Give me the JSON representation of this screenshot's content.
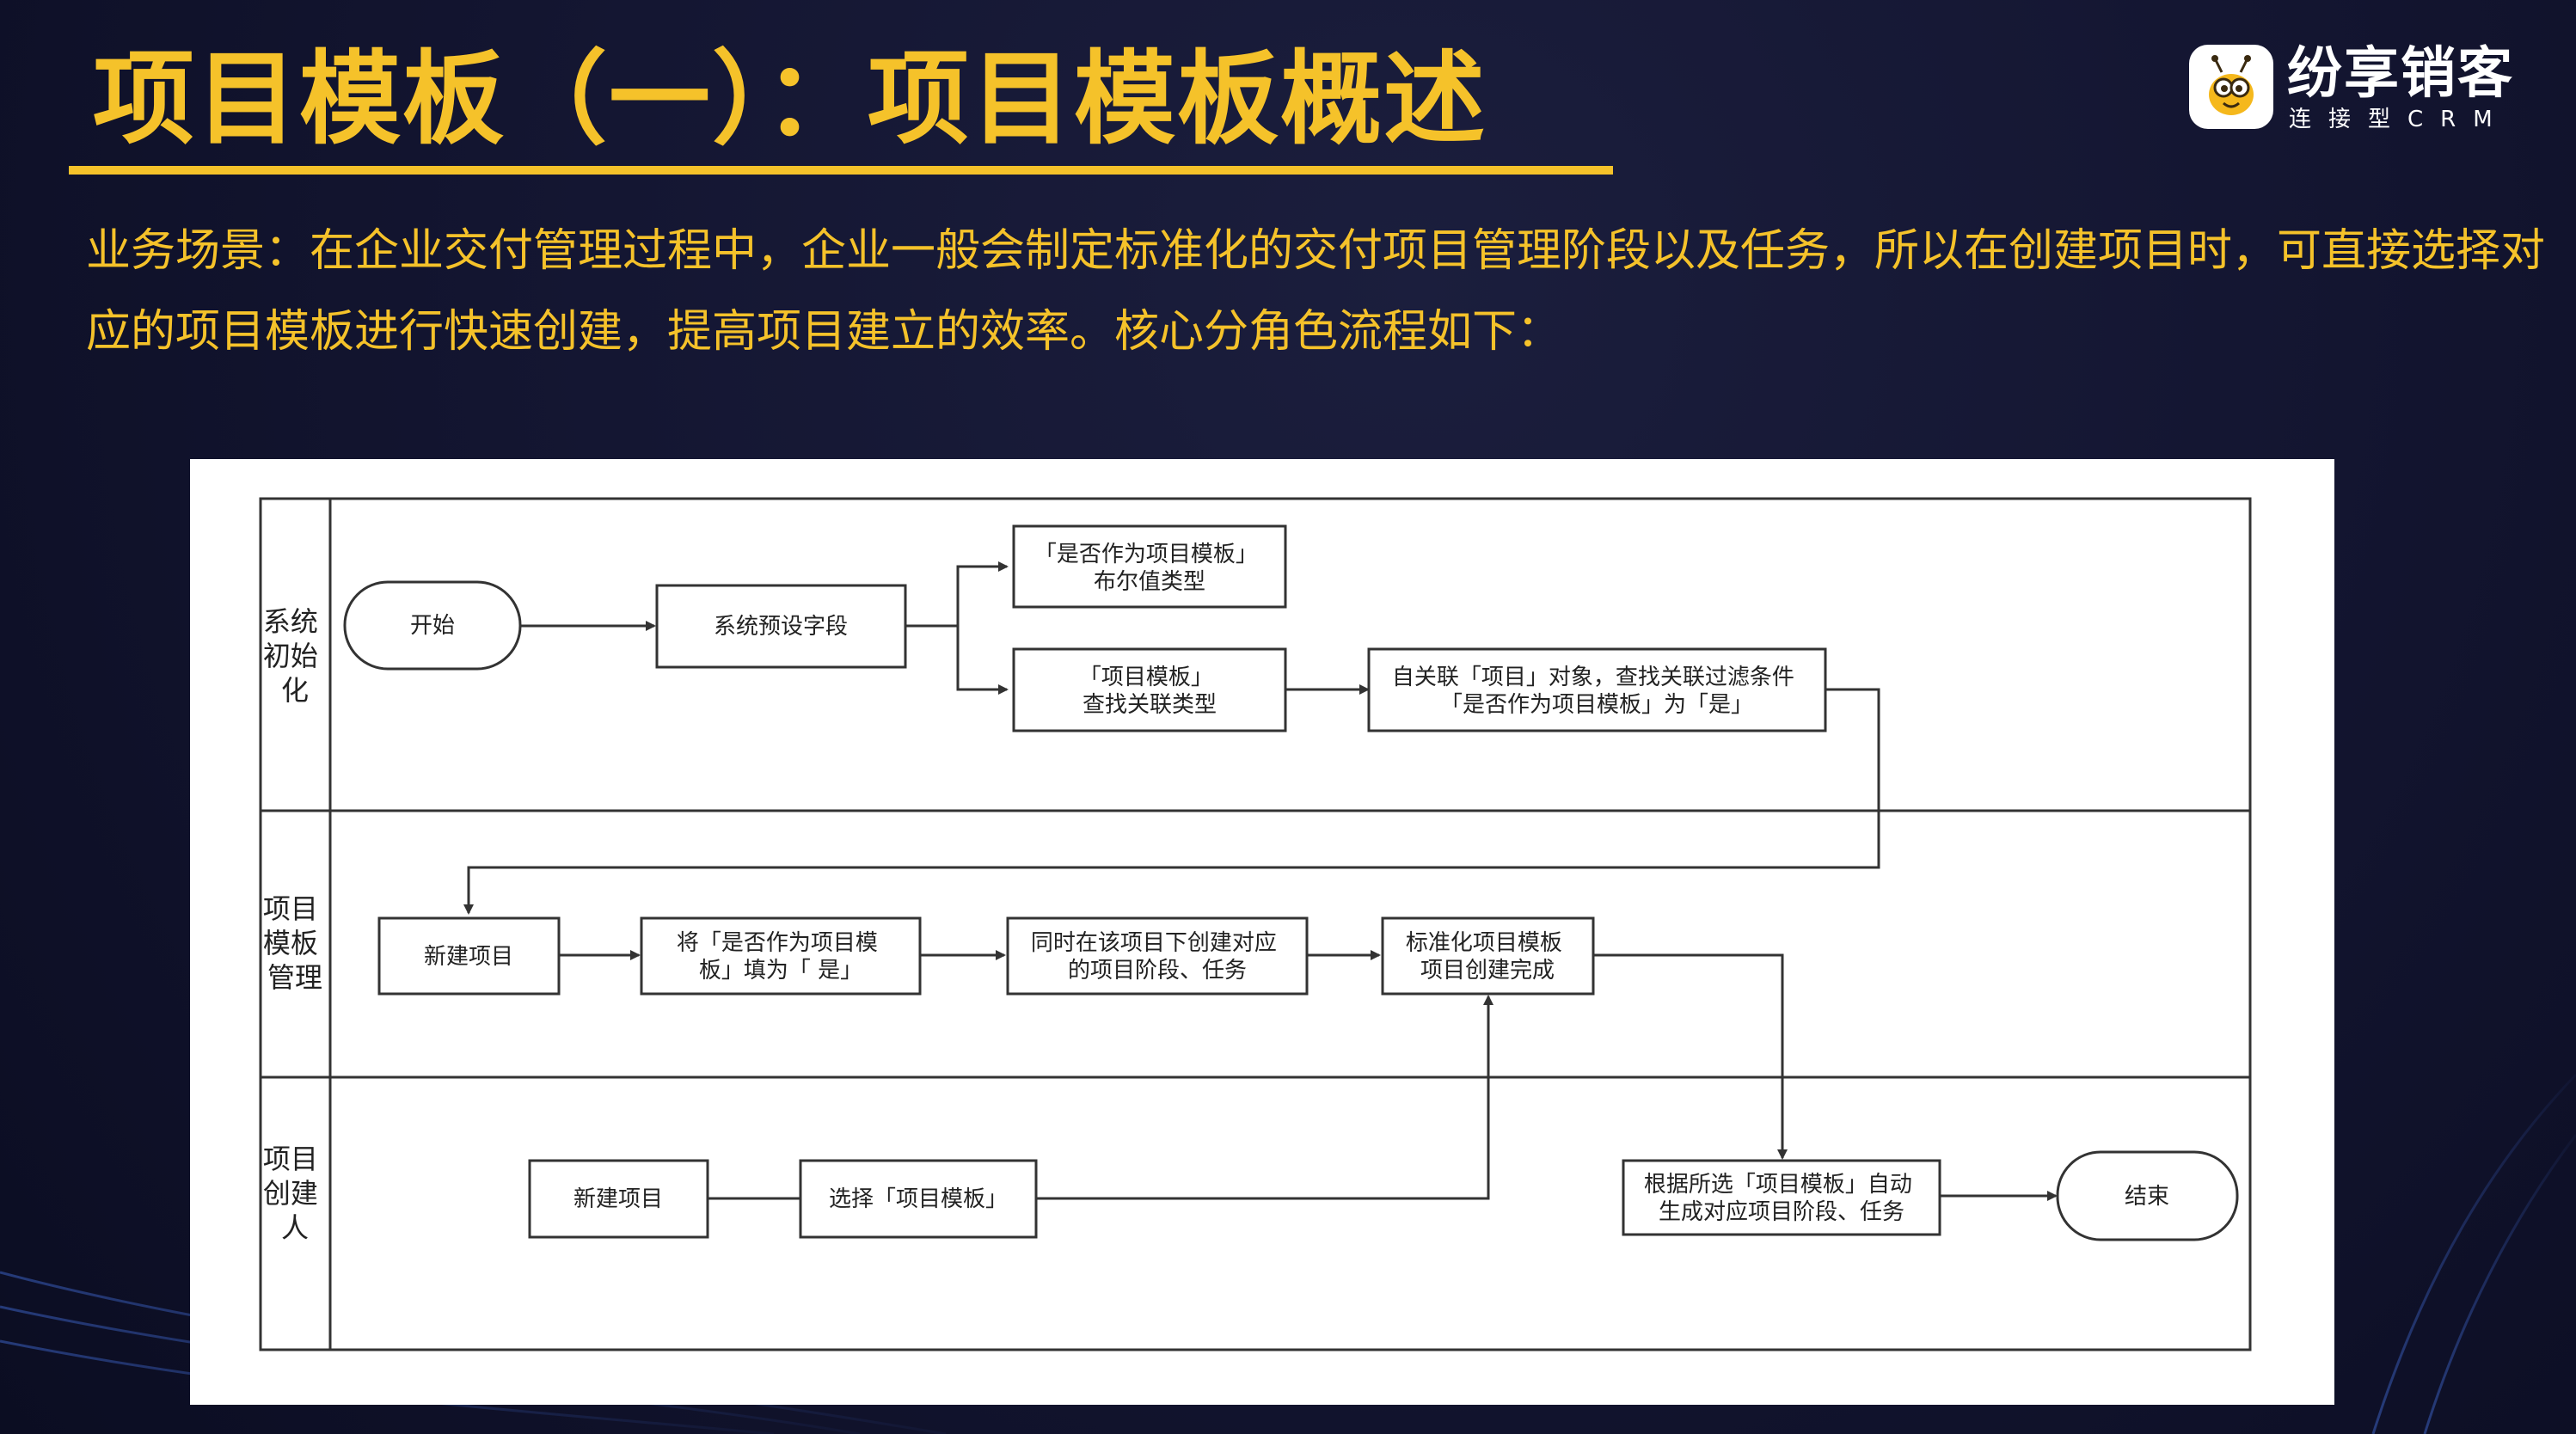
{
  "header": {
    "title": "项目模板（一）：项目模板概述",
    "logo_name": "纷享销客",
    "logo_sub": "连接型CRM"
  },
  "description": "业务场景：在企业交付管理过程中，企业一般会制定标准化的交付项目管理阶段以及任务，所以在创建项目时，可直接选择对应的项目模板进行快速创建，提高项目建立的效率。核心分角色流程如下：",
  "diagram": {
    "lanes": [
      {
        "lines": [
          "系统",
          "初始",
          "化"
        ]
      },
      {
        "lines": [
          "项目",
          "模板",
          "管理"
        ]
      },
      {
        "lines": [
          "项目",
          "创建",
          "人"
        ]
      }
    ],
    "nodes": {
      "start": {
        "lines": [
          "开始"
        ]
      },
      "sys_preset": {
        "lines": [
          "系统预设字段"
        ]
      },
      "bool_field": {
        "lines": [
          "「是否作为项目模板」",
          "布尔值类型"
        ]
      },
      "lookup_field": {
        "lines": [
          "「项目模板」",
          "查找关联类型"
        ]
      },
      "self_lookup": {
        "lines": [
          "自关联「项目」对象，查找关联过滤条件",
          "「是否作为项目模板」为「是」"
        ]
      },
      "new_project_a": {
        "lines": [
          "新建项目"
        ]
      },
      "set_template": {
        "lines": [
          "将「是否作为项目模",
          "板」填为「 是」"
        ]
      },
      "create_stages": {
        "lines": [
          "同时在该项目下创建对应",
          "的项目阶段、任务"
        ]
      },
      "template_done": {
        "lines": [
          "标准化项目模板",
          "项目创建完成"
        ]
      },
      "new_project_b": {
        "lines": [
          "新建项目"
        ]
      },
      "select_template": {
        "lines": [
          "选择「项目模板」"
        ]
      },
      "auto_generate": {
        "lines": [
          "根据所选「项目模板」自动",
          "生成对应项目阶段、任务"
        ]
      },
      "end": {
        "lines": [
          "结束"
        ]
      }
    }
  }
}
